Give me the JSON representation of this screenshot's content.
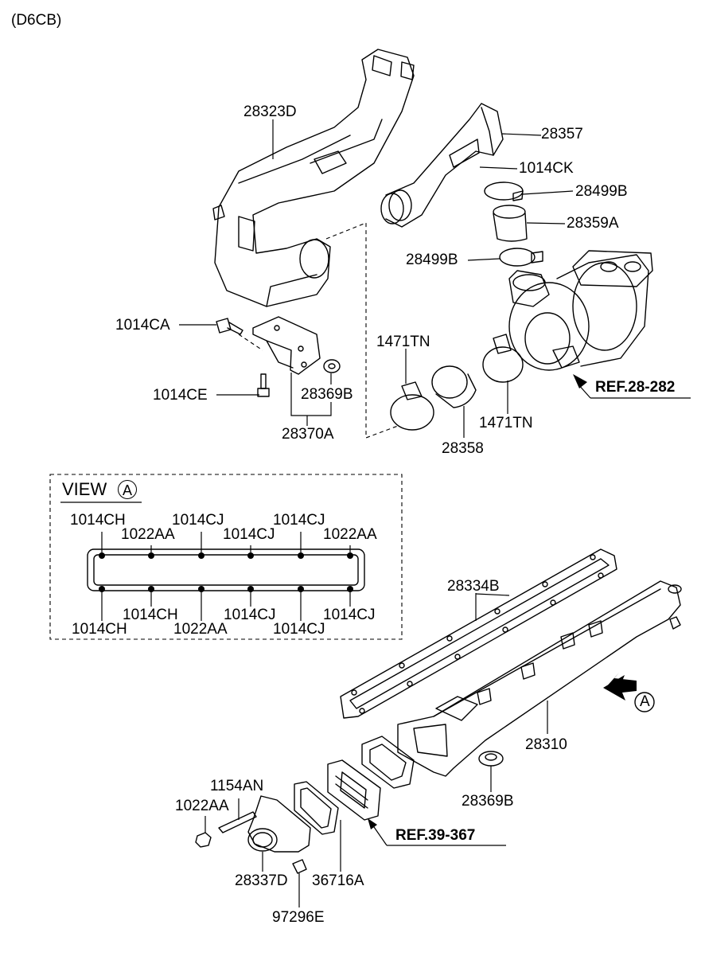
{
  "engine_code": "(D6CB)",
  "view": {
    "title": "VIEW",
    "letter": "A"
  },
  "labels": {
    "p28323D": "28323D",
    "p28357": "28357",
    "p1014CK": "1014CK",
    "p28499B_top": "28499B",
    "p28359A": "28359A",
    "p28499B_mid": "28499B",
    "p1014CA": "1014CA",
    "p1471TN_left": "1471TN",
    "p1014CE": "1014CE",
    "p28369B_top": "28369B",
    "p28370A": "28370A",
    "p28358": "28358",
    "p1471TN_right": "1471TN",
    "ref_28_282": "REF.28-282",
    "p28334B": "28334B",
    "p28310": "28310",
    "arrow_A": "A",
    "p28369B_bottom": "28369B",
    "p1154AN": "1154AN",
    "p1022AA_bottom": "1022AA",
    "ref_39_367": "REF.39-367",
    "p28337D": "28337D",
    "p36716A": "36716A",
    "p97296E": "97296E"
  },
  "view_labels": {
    "top": [
      "1014CH",
      "1022AA",
      "1014CJ",
      "1014CJ",
      "1014CJ",
      "1022AA"
    ],
    "bottom": [
      "1014CH",
      "1014CH",
      "1022AA",
      "1014CJ",
      "1014CJ",
      "1014CJ"
    ]
  }
}
